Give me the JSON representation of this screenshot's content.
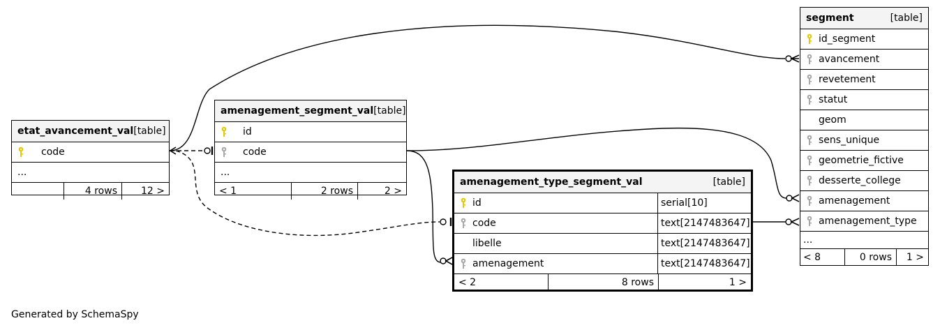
{
  "credit": "Generated by SchemaSpy",
  "table_type_label": "[table]",
  "etat": {
    "name": "etat_avancement_val",
    "columns": [
      {
        "name": "code",
        "key": "primary"
      }
    ],
    "more": "...",
    "footer": {
      "parents": "",
      "rows": "4 rows",
      "children": "12 >"
    }
  },
  "asv": {
    "name": "amenagement_segment_val",
    "columns": [
      {
        "name": "id",
        "key": "primary"
      },
      {
        "name": "code",
        "key": "foreign"
      }
    ],
    "more": "...",
    "footer": {
      "parents": "< 1",
      "rows": "2 rows",
      "children": "2 >"
    }
  },
  "atsv": {
    "name": "amenagement_type_segment_val",
    "columns": [
      {
        "name": "id",
        "type": "serial[10]",
        "key": "primary"
      },
      {
        "name": "code",
        "type": "text[2147483647]",
        "key": "foreign"
      },
      {
        "name": "libelle",
        "type": "text[2147483647]",
        "key": "none"
      },
      {
        "name": "amenagement",
        "type": "text[2147483647]",
        "key": "foreign"
      }
    ],
    "footer": {
      "parents": "< 2",
      "rows": "8 rows",
      "children": "1 >"
    }
  },
  "segment": {
    "name": "segment",
    "columns": [
      {
        "name": "id_segment",
        "key": "primary"
      },
      {
        "name": "avancement",
        "key": "foreign"
      },
      {
        "name": "revetement",
        "key": "foreign"
      },
      {
        "name": "statut",
        "key": "foreign"
      },
      {
        "name": "geom",
        "key": "none"
      },
      {
        "name": "sens_unique",
        "key": "foreign"
      },
      {
        "name": "geometrie_fictive",
        "key": "foreign"
      },
      {
        "name": "desserte_college",
        "key": "foreign"
      },
      {
        "name": "amenagement",
        "key": "foreign"
      },
      {
        "name": "amenagement_type",
        "key": "foreign"
      }
    ],
    "more": "...",
    "footer": {
      "parents": "< 8",
      "rows": "0 rows",
      "children": "1 >"
    }
  },
  "colors": {
    "primary_key": "#e6c800",
    "foreign_key": "#a8a8a8",
    "header_bg": "#f4f4f4",
    "line": "#000000"
  }
}
